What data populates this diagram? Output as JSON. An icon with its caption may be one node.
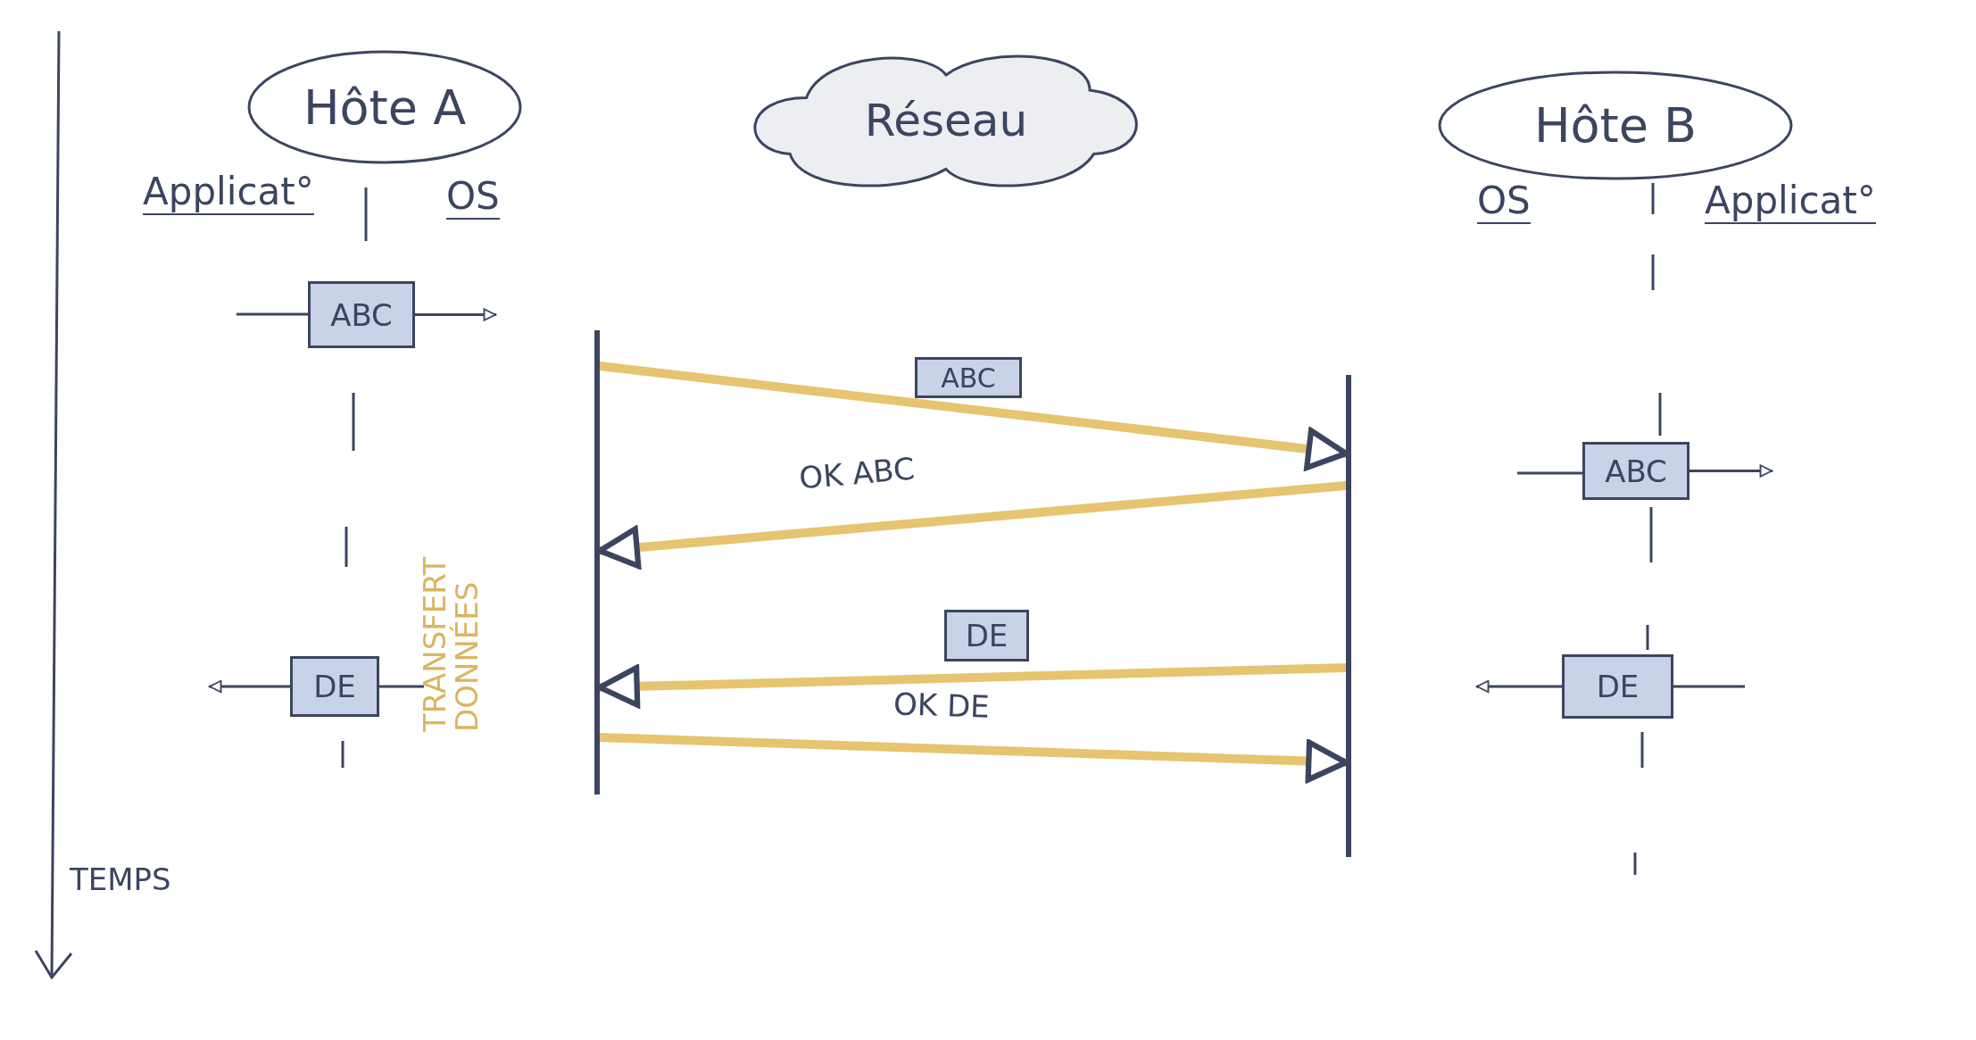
{
  "diagram": {
    "nodes": [
      {
        "text": [
          "Hôte A"
        ]
      },
      {
        "text": [
          "Réseau"
        ]
      },
      {
        "text": [
          "Hôte B"
        ]
      },
      {
        "text": [
          "ABC"
        ]
      },
      {
        "text": [],
        "shape": "bar"
      },
      {
        "text": [],
        "shape": "bar"
      },
      {
        "text": [
          "ABC"
        ]
      },
      {
        "text": [
          "ABC"
        ]
      },
      {
        "text": [
          "DE"
        ]
      },
      {
        "text": [
          "DE"
        ]
      },
      {
        "text": [
          "DE"
        ]
      }
    ],
    "edges": [
      {
        "from": 3,
        "to": null,
        "arrow": "to"
      },
      {
        "from": 4,
        "to": 5,
        "arrow": "to",
        "style": "thick",
        "color": "#e6c470"
      },
      {
        "from": 5,
        "to": 4,
        "arrow": "to",
        "label": "OK ABC",
        "style": "thick",
        "color": "#e6c470"
      },
      {
        "from": 7,
        "to": null,
        "arrow": "to"
      },
      {
        "from": 5,
        "to": 4,
        "arrow": "to",
        "style": "thick",
        "color": "#e6c470"
      },
      {
        "from": 9,
        "to": null,
        "arrow": "to"
      },
      {
        "from": 10,
        "to": null,
        "arrow": "to"
      },
      {
        "from": 4,
        "to": 5,
        "arrow": "to",
        "label": "OK DE",
        "style": "thick",
        "color": "#e6c470"
      }
    ],
    "labels": [
      "Applicat°",
      "OS",
      "OS",
      "Applicat°",
      "TRANSFERT DONNÉES",
      "TEMPS"
    ]
  }
}
